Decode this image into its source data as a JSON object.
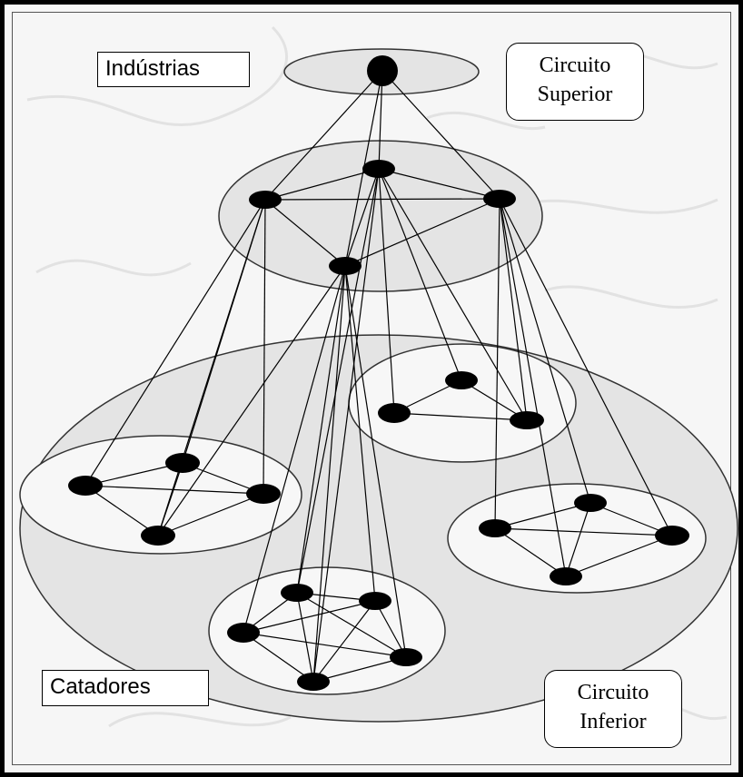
{
  "labels": {
    "industrias": "Indústrias",
    "circuito_superior": [
      "Circuito",
      "Superior"
    ],
    "catadores": "Catadores",
    "circuito_inferior": [
      "Circuito",
      "Inferior"
    ]
  },
  "colors": {
    "background": "#f6f6f6",
    "map_texture": "#e2e2e2",
    "large_ellipse": "#e4e4e4",
    "cluster": "#f7f7f7",
    "node": "#000000",
    "line": "#000000"
  }
}
